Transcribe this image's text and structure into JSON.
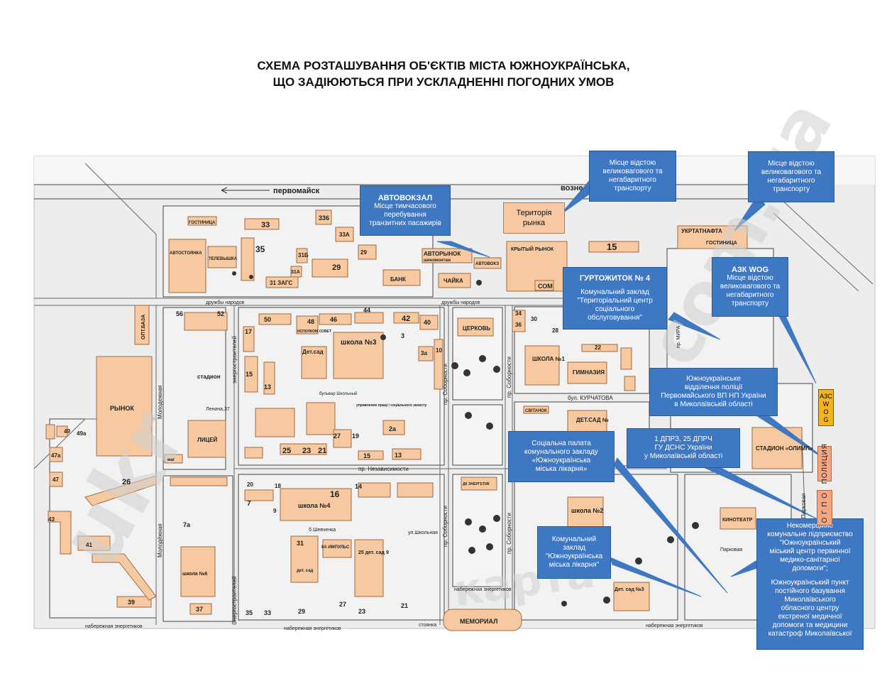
{
  "title": {
    "line1": "СХЕМА РОЗТАШУВАННЯ ОБ'ЄКТІВ  МІСТА ЮЖНОУКРАЇНСЬКА,",
    "line2": "ЩО ЗАДІЮЮТЬСЯ ПРИ УСКЛАДНЕННІ ПОГОДНИХ УМОВ"
  },
  "colors": {
    "callout": "#3f78c2",
    "building": "#f6c9a0",
    "building_stroke": "#9c6b45",
    "road": "#ffffff",
    "map_bg": "#ececec"
  },
  "market_territory": {
    "line1": "Територія",
    "line2": "рынка"
  },
  "callouts": {
    "avtovokzal": {
      "heading": "АВТОВОКЗАЛ",
      "lines": [
        "Місце тимчасового",
        "перебування",
        "транзитних пасажирів"
      ]
    },
    "vidstiy1": {
      "lines": [
        "Місце відстою",
        "великовагового та",
        "негабаритного",
        "транспорту"
      ]
    },
    "vidstiy2": {
      "lines": [
        "Місце відстою",
        "великовагового та",
        "негабаритного",
        "транспорту"
      ]
    },
    "azk": {
      "heading": "АЗК  WOG",
      "lines": [
        "Місце відстою",
        "великовагового та",
        "негабаритного",
        "транспорту"
      ]
    },
    "gurtozhytok": {
      "heading": "ГУРТОЖИТОК № 4",
      "lines": [
        "Комунальний заклад",
        "\"Територіальний центр",
        "соціального",
        "обслуговування\""
      ]
    },
    "police": {
      "lines": [
        "Южноукраїнське",
        "відділення поліції",
        "Первомайського ВП  НП України",
        "в Миколаївській області"
      ]
    },
    "dprz": {
      "lines": [
        "1 ДПРЗ, 25 ДПРЧ",
        "ГУ ДСНС України",
        "у Миколаївській області"
      ]
    },
    "social_palata": {
      "lines": [
        "Соціальна палата",
        "комунального закладу",
        "«Южноукраїнська",
        "міська лікарня»"
      ]
    },
    "hospital": {
      "lines": [
        "Комунальний",
        "заклад",
        "\"Южноукраїнська",
        "міська лікарня\""
      ]
    },
    "noncommercial": {
      "lines1": [
        "Некомерційне",
        "комунальне підприємство",
        "\"Южноукраїнський",
        "міський центр первинної",
        "медико-санітарної",
        "допомоги\";"
      ],
      "lines2": [
        "Южноукраїнський пункт",
        "постійного базування",
        "Миколаївського",
        "обласного центру",
        "екстреної медичної",
        "допомоги та медицини",
        "катастроф Миколаївської"
      ]
    }
  },
  "side_boxes": {
    "azs_wog": [
      "АЗС",
      "W",
      "O",
      "G"
    ],
    "policiya": "ПОЛИЦИЯ",
    "ogpo": "О Г П О"
  },
  "streets": {
    "pervomaysk": "первомайск",
    "vozne": "возне",
    "druzhby1": "дружбы народов",
    "druzhby2": "дружбы народов",
    "molodezhnaya1": "Молодежная",
    "molodezhnaya2": "Молодёжная",
    "energostroiteley1": "энергостроителей",
    "energostroiteley2": "Энергостроителей",
    "sobornosti1": "пр. Соборности",
    "sobornosti2": "пр. Соборности",
    "sobornosti3": "пр. Соборности",
    "sobornosti4": "пр. Соборности",
    "nezavisimosti": "пр. Независимости",
    "kurchatova": "бул. КУРЧАТОВА",
    "bulvar_shkolny": "бульвар Школьный",
    "shevchenko": "б.Шевченка",
    "shkolnaya": "ул.Школьная",
    "parkovaya1": "Парковая",
    "parkovaya2": "Парковая",
    "naberezhnaya1": "набережная энергетиков",
    "naberezhnaya2": "набережная энергетиков",
    "naberezhnaya3": "набережная энергетиков",
    "naberezhnaya4": "набережная энергетиков",
    "stoyanka": "стоянка",
    "mira": "пр. МИРА",
    "lenina": "Ленина,37"
  },
  "buildings": {
    "gostinitsa": "ГОСТИНИЦА",
    "avtostoyanka": "АВТОСТОЯНКА",
    "televyshka": "ТЕЛЕВЫШКА",
    "n33": "33",
    "n336": "336",
    "n33a": "33А",
    "n35": "35",
    "n31b": "31Б",
    "n29a": "29",
    "n29b": "29",
    "n31a": "31А",
    "zags": "31 ЗАГС",
    "bank": "БАНК",
    "avtorynok": "АВТОРЫНОК",
    "shinomontazh": "шиномонтаж",
    "avtovokzal_b": "АВТОВОКЗ",
    "chayka": "ЧАЙКА",
    "krytyi_rynok": "КРЫТЫЙ РЫНОК",
    "com": "СОМ",
    "n15top": "15",
    "ukrtatnafta": "УКРТАТНАФТА",
    "gostinitsa2": "ГОСТИНИЦА",
    "optbaza": "ОПТ.БАЗА",
    "rynok": "РЫНОК",
    "stadion": "стадион",
    "litsey": "ЛИЦЕЙ",
    "mag": "маг",
    "n56": "56",
    "n52": "52",
    "n50": "50",
    "n48": "48",
    "sovet": "ИСПОЛКОМ СОВЕТ",
    "n46": "46",
    "n44": "44",
    "n42": "42",
    "n40": "40",
    "n17": "17",
    "detsad1": "Дет.сад",
    "shkola3": "школа №3",
    "n15": "15",
    "n13": "13",
    "n3a": "3а",
    "n10": "10",
    "n3": "3",
    "tserkov": "ЦЕРКОВЬ",
    "n34": "34",
    "n36": "36",
    "n30": "30",
    "n28": "28",
    "shkola1": "ШКОЛА №1",
    "gimnaziya": "ГИМНАЗИЯ",
    "n22": "22",
    "svitanok": "СВІТАНОК",
    "detsad2": "ДЕТ.САД №",
    "stadion_olimp": "СТАДИОН «ОЛИМП»",
    "upravlenie": "управление праці і соціального захисту",
    "n27": "27",
    "n19": "19",
    "n2a": "2а",
    "n25": "25",
    "n23": "23",
    "n21": "21",
    "n15b": "15",
    "n13b": "13",
    "n16": "16",
    "shkola4": "школа №4",
    "n14": "14",
    "n9": "9",
    "n7": "7",
    "n20": "20",
    "n18": "18",
    "n26": "26",
    "n49": "49",
    "n49a": "49а",
    "n47a": "47а",
    "n47": "47",
    "n43": "43",
    "n41": "41",
    "n39": "39",
    "shkola6": "школа №6",
    "n37": "37",
    "n7a": "7а",
    "impuls": "8А ИМПУЛЬС",
    "n31": "31",
    "detsad3": "дет. сад",
    "n25b": "25 дет. сад 9",
    "n33b": "33",
    "n29c": "29",
    "n27b": "27",
    "n23b": "23",
    "n21b": "21",
    "memorial": "МЕМОРИАЛ",
    "dk": "ДК ЭНЕРГЕТИК",
    "shkola2": "школа №2",
    "kinoteatr": "КИНОТЕАТР",
    "detsad_n3": "Дет. сад №3",
    "n35b": "35"
  },
  "watermark": {
    "left": "ukr",
    "mid": "карта",
    "right": "com.ua"
  }
}
